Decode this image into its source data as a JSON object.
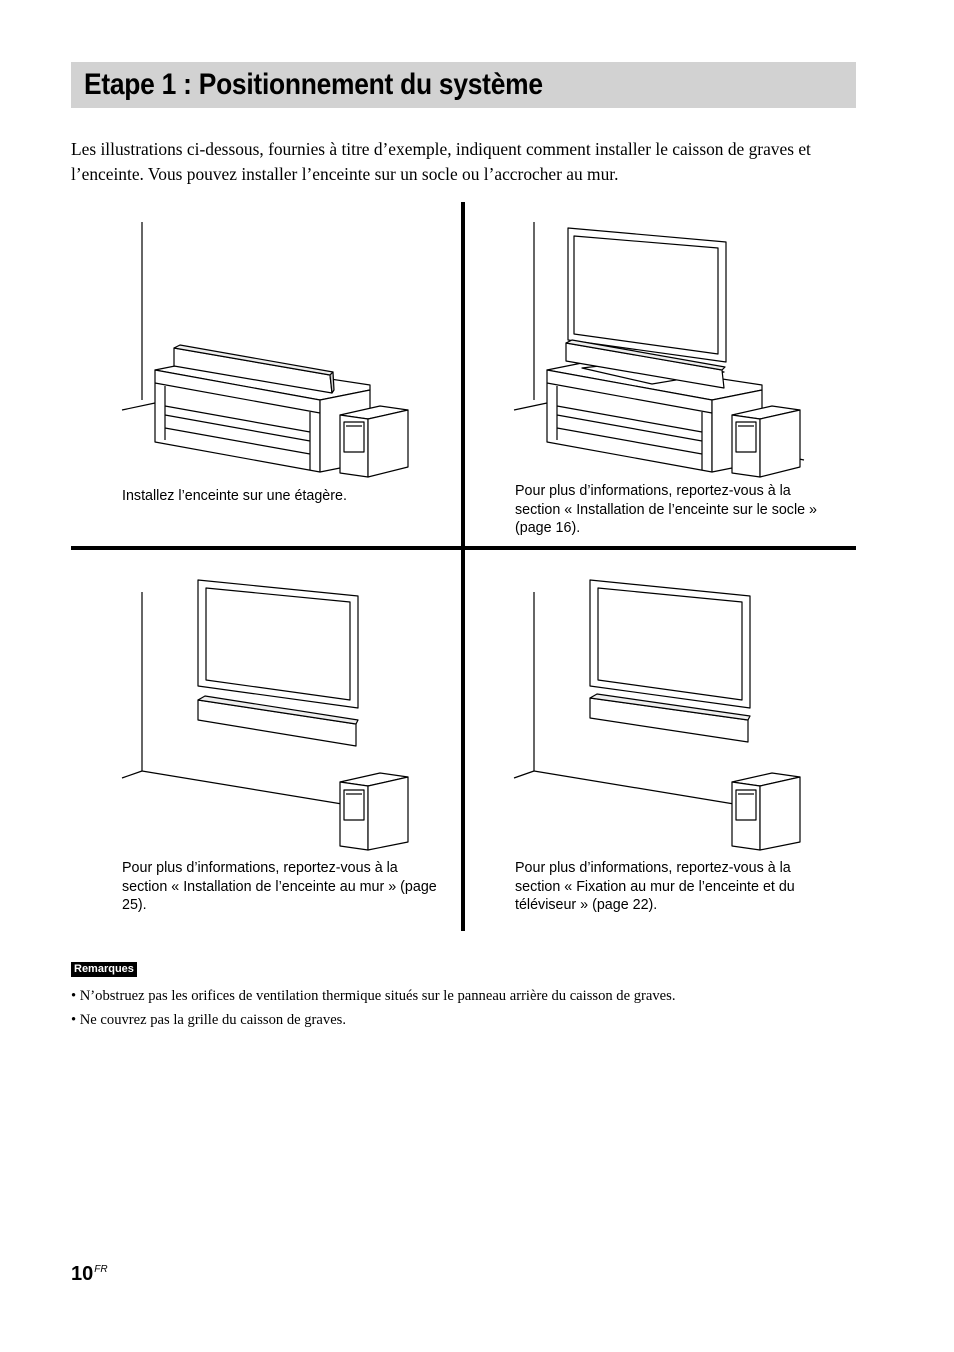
{
  "header": {
    "title": "Etape 1 : Positionnement du système"
  },
  "intro": {
    "text": "Les illustrations ci-dessous, fournies à titre d’exemple, indiquent comment installer le caisson de graves et l’enceinte. Vous pouvez installer l’enceinte sur un socle ou l’accrocher au mur."
  },
  "panels": [
    {
      "caption": "Installez l’enceinte sur une étagère."
    },
    {
      "caption": "Pour plus d’informations, reportez-vous à la section « Installation de l’enceinte sur le socle » (page 16)."
    },
    {
      "caption": "Pour plus d’informations, reportez-vous à la section « Installation de l’enceinte au mur » (page 25)."
    },
    {
      "caption": "Pour plus d’informations, reportez-vous à la section « Fixation au mur de l’enceinte et du téléviseur » (page 22)."
    }
  ],
  "notes": {
    "label": "Remarques",
    "items": [
      "• N’obstruez pas les orifices de ventilation thermique situés sur le panneau arrière du caisson de graves.",
      "• Ne couvrez pas la grille du caisson de graves."
    ]
  },
  "footer": {
    "page_number": "10",
    "language": "FR"
  }
}
